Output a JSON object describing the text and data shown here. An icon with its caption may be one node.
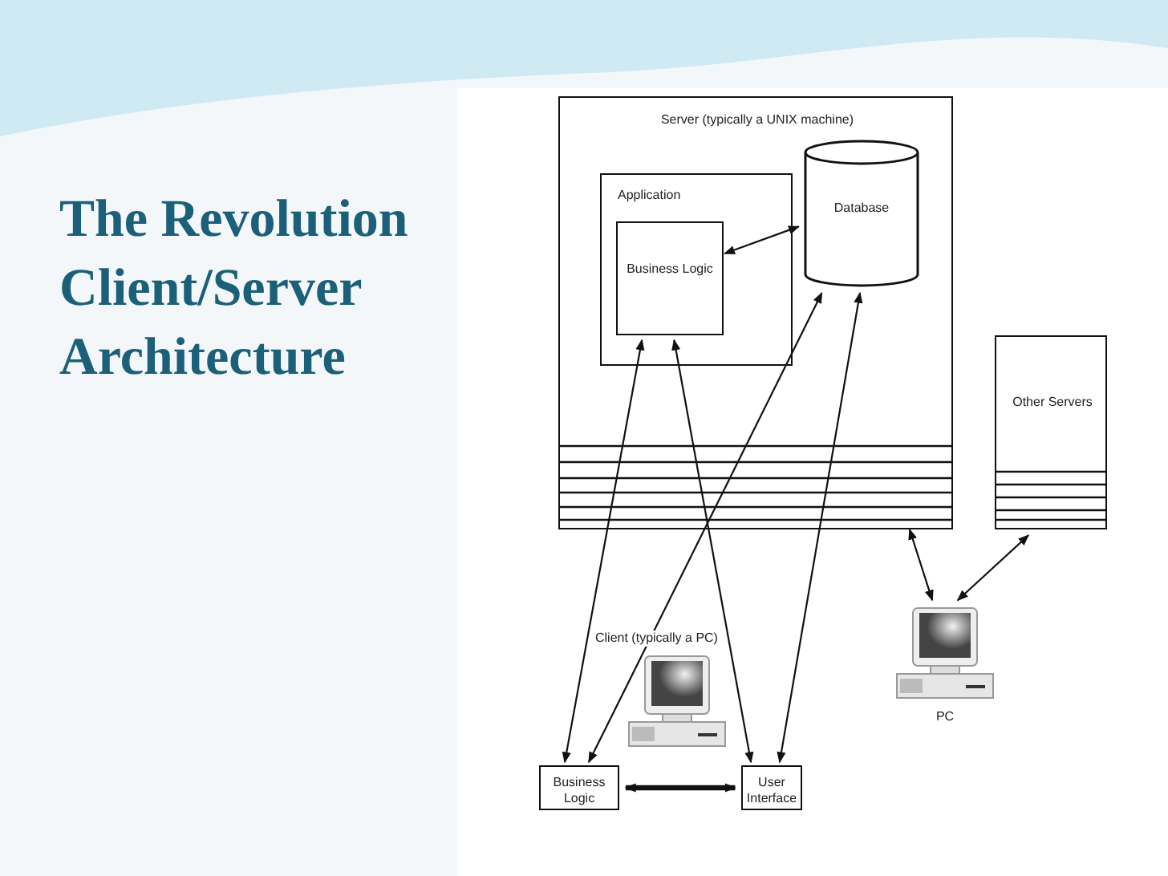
{
  "diagram": {
    "title": "The Revolution Client/Server Architecture",
    "nodes": [
      {
        "text": [
          "Server (typically a UNIX machine)"
        ]
      },
      {
        "text": [
          "Application"
        ],
        "in": 0
      },
      {
        "text": [
          "Business Logic"
        ],
        "in": 1
      },
      {
        "text": [
          "Database"
        ],
        "in": 0
      },
      {
        "text": [
          "Other Servers"
        ]
      },
      {
        "text": [
          "PC"
        ]
      },
      {
        "text": [
          "Business Logic"
        ]
      },
      {
        "text": [
          "User Interface"
        ]
      }
    ],
    "edges": [
      {
        "from": 2,
        "to": 3,
        "arrow": "both"
      },
      {
        "from": 6,
        "to": 2,
        "arrow": "both"
      },
      {
        "from": 2,
        "to": 7,
        "arrow": "both"
      },
      {
        "from": 6,
        "to": 3,
        "arrow": "both"
      },
      {
        "from": 7,
        "to": 3,
        "arrow": "both"
      },
      {
        "from": 0,
        "to": 5,
        "arrow": "both"
      },
      {
        "from": 4,
        "to": 5,
        "arrow": "both"
      },
      {
        "from": 6,
        "to": 7,
        "arrow": "both",
        "style": "thick"
      }
    ],
    "labels": [
      "Client (typically a PC)"
    ]
  }
}
